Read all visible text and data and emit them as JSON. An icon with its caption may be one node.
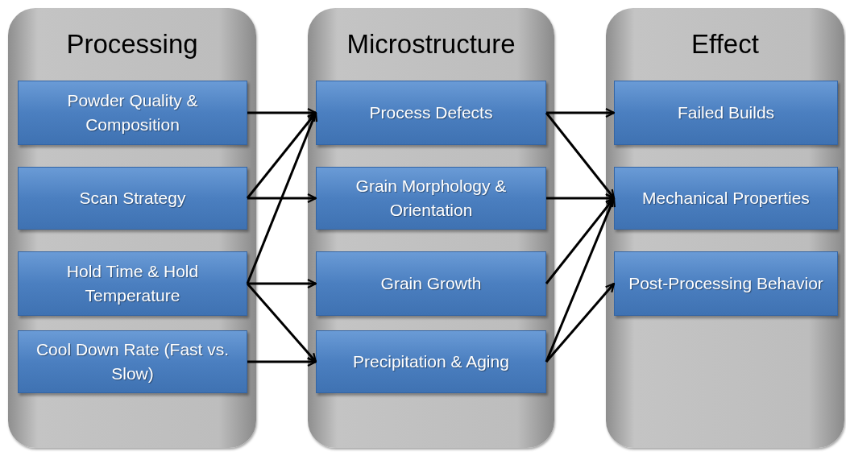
{
  "diagram": {
    "nodes": [
      {
        "text": [
          "Processing"
        ]
      },
      {
        "text": [
          "Powder Quality & Composition"
        ],
        "in": 0
      },
      {
        "text": [
          "Scan Strategy"
        ],
        "in": 0
      },
      {
        "text": [
          "Hold Time & Hold Temperature"
        ],
        "in": 0
      },
      {
        "text": [
          "Cool Down Rate (Fast vs. Slow)"
        ],
        "in": 0
      },
      {
        "text": [
          "Microstructure"
        ]
      },
      {
        "text": [
          "Process Defects"
        ],
        "in": 5
      },
      {
        "text": [
          "Grain Morphology & Orientation"
        ],
        "in": 5
      },
      {
        "text": [
          "Grain Growth"
        ],
        "in": 5
      },
      {
        "text": [
          "Precipitation & Aging"
        ],
        "in": 5
      },
      {
        "text": [
          "Effect"
        ]
      },
      {
        "text": [
          "Failed Builds"
        ],
        "in": 10
      },
      {
        "text": [
          "Mechanical Properties"
        ],
        "in": 10
      },
      {
        "text": [
          "Post-Processing Behavior"
        ],
        "in": 10
      }
    ],
    "edges": [
      {
        "from": 1,
        "to": 6,
        "arrow": "to"
      },
      {
        "from": 2,
        "to": 6,
        "arrow": "to"
      },
      {
        "from": 2,
        "to": 7,
        "arrow": "to"
      },
      {
        "from": 3,
        "to": 6,
        "arrow": "to"
      },
      {
        "from": 3,
        "to": 8,
        "arrow": "to"
      },
      {
        "from": 3,
        "to": 9,
        "arrow": "to"
      },
      {
        "from": 4,
        "to": 9,
        "arrow": "to"
      },
      {
        "from": 6,
        "to": 11,
        "arrow": "to"
      },
      {
        "from": 6,
        "to": 12,
        "arrow": "to"
      },
      {
        "from": 7,
        "to": 12,
        "arrow": "to"
      },
      {
        "from": 8,
        "to": 12,
        "arrow": "to"
      },
      {
        "from": 9,
        "to": 12,
        "arrow": "to"
      },
      {
        "from": 9,
        "to": 13,
        "arrow": "to"
      }
    ]
  }
}
